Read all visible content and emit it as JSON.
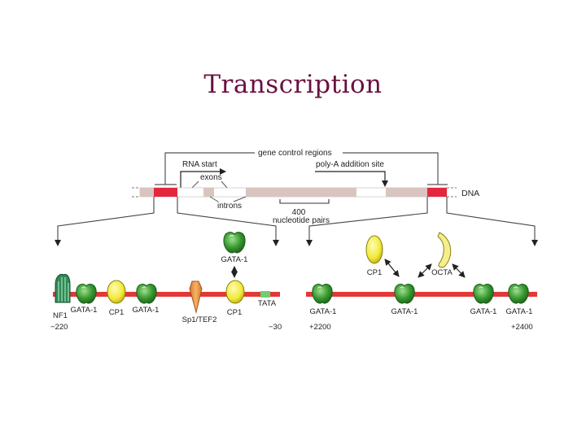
{
  "title": "Transcription",
  "colors": {
    "title": "#6b1040",
    "dna_bar": "#d9c4c0",
    "control_region": "#e3283e",
    "red_line": "#e23838",
    "gata_green": "#3a9a32",
    "cp1_yellow": "#f2ea3a",
    "octa_yellow": "#f5ee8c",
    "sp1_orange": "#f09a4a",
    "nf1_green": "#2f8a55",
    "tata_green": "#6fcf6f"
  },
  "top_labels": {
    "gene_control_regions": "gene control regions",
    "rna_start": "RNA start",
    "exons": "exons",
    "poly_a": "poly-A addition site",
    "dna": "DNA",
    "introns": "introns",
    "scale_top": "400",
    "scale_bottom": "nucleotide pairs"
  },
  "left_region": {
    "factors": [
      {
        "name": "NF1",
        "shape": "nf1-cylinder"
      },
      {
        "name": "GATA-1",
        "shape": "gata-apple"
      },
      {
        "name": "CP1",
        "shape": "cp1-lemon"
      },
      {
        "name": "GATA-1",
        "shape": "gata-apple"
      },
      {
        "name": "Sp1/TEF2",
        "shape": "sp1-cone"
      },
      {
        "name": "CP1",
        "shape": "cp1-lemon"
      },
      {
        "name": "TATA",
        "shape": "tata-box"
      }
    ],
    "floating": {
      "name": "GATA-1",
      "shape": "gata-apple"
    },
    "start_pos": "−220",
    "end_pos": "−30"
  },
  "right_region": {
    "factors": [
      {
        "name": "GATA-1",
        "shape": "gata-apple"
      },
      {
        "name": "GATA-1",
        "shape": "gata-apple"
      },
      {
        "name": "GATA-1",
        "shape": "gata-apple"
      },
      {
        "name": "GATA-1",
        "shape": "gata-apple"
      }
    ],
    "floating": [
      {
        "name": "CP1",
        "shape": "cp1-lemon"
      },
      {
        "name": "OCTA",
        "shape": "octa-banana"
      }
    ],
    "start_pos": "+2200",
    "end_pos": "+2400"
  }
}
